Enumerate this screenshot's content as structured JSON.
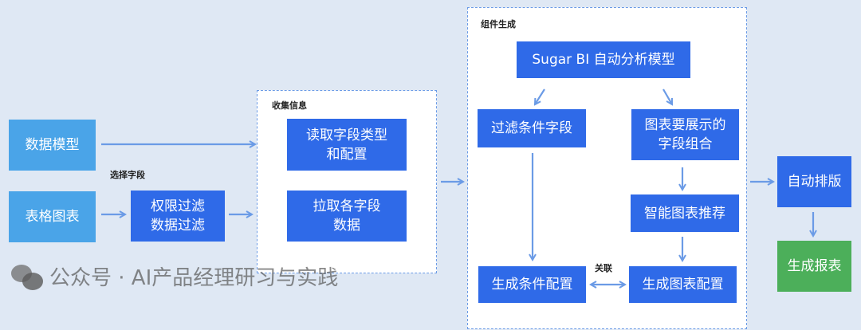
{
  "colors": {
    "background": "#dfe8f4",
    "source_box": "#4aa4e8",
    "process_box": "#2f6ae8",
    "result_box": "#4caf5a",
    "arrow": "#6b9be6"
  },
  "sources": {
    "data_model": "数据模型",
    "table_chart": "表格图表",
    "select_field_label": "选择字段"
  },
  "filter": {
    "label": "权限过滤\n数据过滤"
  },
  "collect_group": {
    "title": "收集信息",
    "read_field": "读取字段类型\n和配置",
    "pull_data": "拉取各字段\n数据"
  },
  "component_group": {
    "title": "组件生成",
    "model": "Sugar BI 自动分析模型",
    "filter_fields": "过滤条件字段",
    "chart_fields": "图表要展示的\n字段组合",
    "chart_recommend": "智能图表推荐",
    "gen_condition": "生成条件配置",
    "gen_chart": "生成图表配置",
    "link_label": "关联"
  },
  "output": {
    "auto_layout": "自动排版",
    "gen_report": "生成报表"
  },
  "watermark": {
    "icon": "wechat-icon",
    "text": "公众号 · AI产品经理研习与实践"
  }
}
